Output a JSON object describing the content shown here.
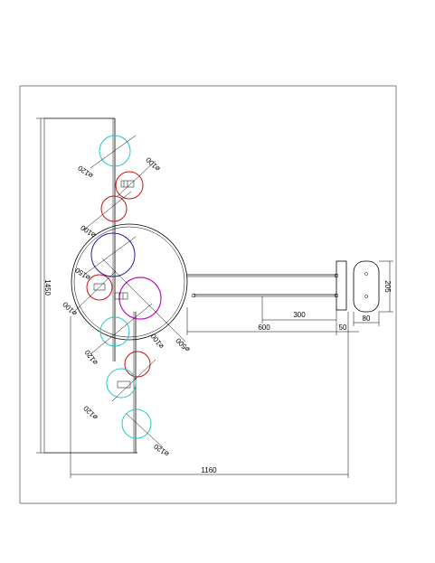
{
  "colors": {
    "cyan": "#22c7c7",
    "red": "#cc1111",
    "blue": "#1f1f9e",
    "magenta": "#c010c0",
    "line": "#000000"
  },
  "dimensions": {
    "height": "1450",
    "width": "1160",
    "arm_length": "600",
    "rail_length": "300",
    "bracket_gap": "50",
    "canopy_width": "80",
    "canopy_height": "205",
    "ring_diameter": "⌀500"
  },
  "globes": {
    "g1": "⌀120",
    "g2": "⌀100",
    "g3": "⌀100",
    "g4": "⌀150",
    "g5": "⌀100",
    "g6": "⌀100",
    "g7": "⌀120",
    "g8": "⌀120",
    "g9": "⌀120"
  }
}
